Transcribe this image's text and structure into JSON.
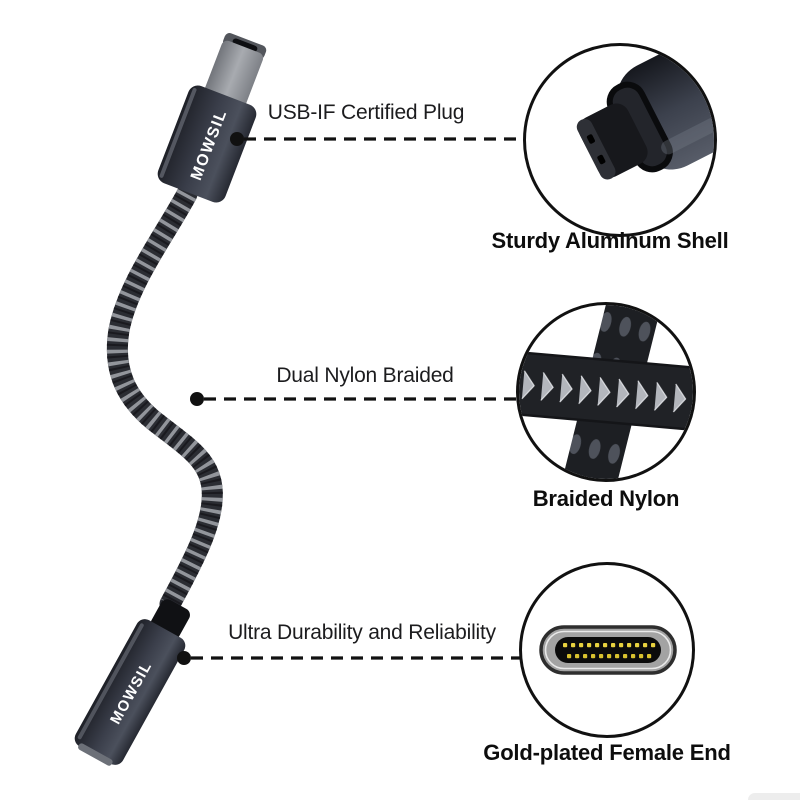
{
  "brand": "MOWSIL",
  "callouts": [
    {
      "label": "USB-IF Certified Plug",
      "caption": "Sturdy Aluminum Shell"
    },
    {
      "label": "Dual Nylon Braided",
      "caption": "Braided Nylon"
    },
    {
      "label": "Ultra Durability and Reliability",
      "caption": "Gold-plated Female End"
    }
  ],
  "colors": {
    "background": "#ffffff",
    "label_text": "#1c1c1e",
    "caption_text": "#0d0d0d",
    "leader_line": "#111111",
    "circle_border": "#111111",
    "cable_base": "#2b2d33",
    "braid_fleck": "#92959b",
    "connector_shell_dark": "#23252e",
    "connector_shell_light": "#4b505c",
    "metal_tip": "#9a9da2",
    "port_body_gray": "#a3a3a3",
    "port_slot_black": "#0b0b0b",
    "gold_pin": "#e8d23f",
    "brand_text": "#ffffff"
  }
}
